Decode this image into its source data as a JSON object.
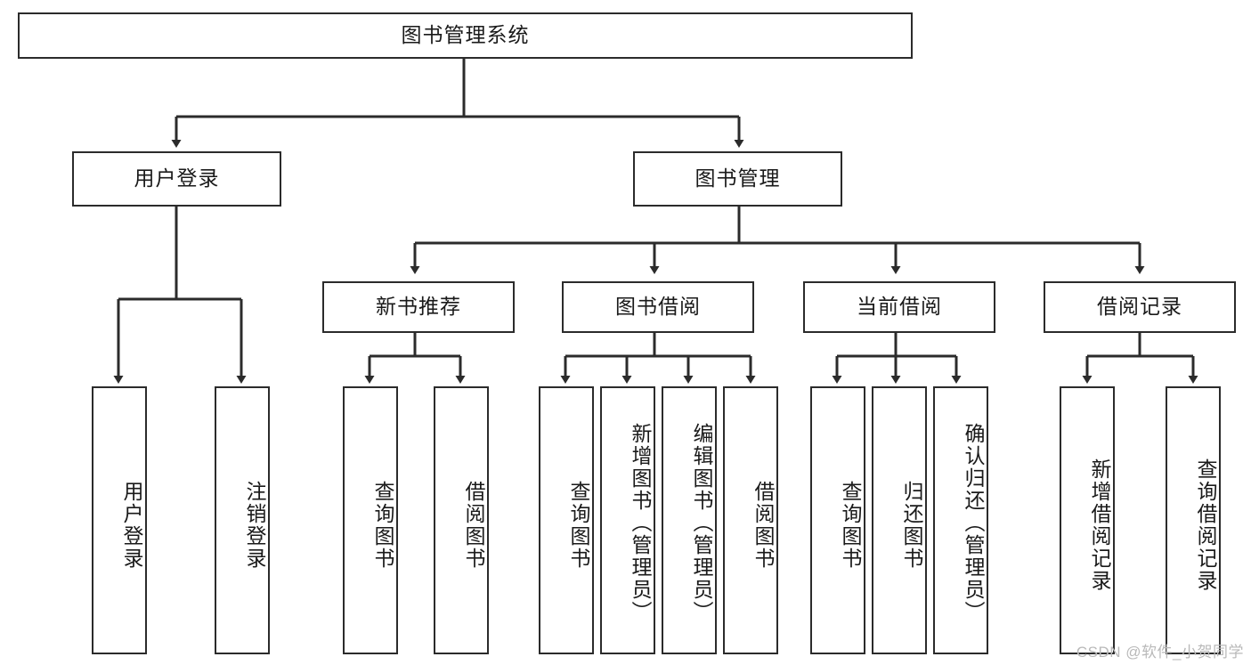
{
  "diagram": {
    "title": "图书管理系统",
    "type": "tree-hierarchy",
    "watermark": "CSDN @软件_小贺同学",
    "root": {
      "id": "root",
      "label": "图书管理系统"
    },
    "level2": [
      {
        "id": "user-login",
        "label": "用户登录"
      },
      {
        "id": "book-management",
        "label": "图书管理"
      }
    ],
    "level3": [
      {
        "id": "new-book-recommend",
        "label": "新书推荐",
        "parent": "book-management"
      },
      {
        "id": "book-borrow",
        "label": "图书借阅",
        "parent": "book-management"
      },
      {
        "id": "current-borrow",
        "label": "当前借阅",
        "parent": "book-management"
      },
      {
        "id": "borrow-record",
        "label": "借阅记录",
        "parent": "book-management"
      }
    ],
    "leaves": [
      {
        "id": "leaf-user-login",
        "label": "用户登录",
        "parent": "user-login"
      },
      {
        "id": "leaf-logout-login",
        "label": "注销登录",
        "parent": "user-login"
      },
      {
        "id": "leaf-query-book-1",
        "label": "查询图书",
        "parent": "new-book-recommend"
      },
      {
        "id": "leaf-borrow-book-1",
        "label": "借阅图书",
        "parent": "new-book-recommend"
      },
      {
        "id": "leaf-query-book-2",
        "label": "查询图书",
        "parent": "book-borrow"
      },
      {
        "id": "leaf-add-book",
        "label": "新增图书（管理员）",
        "parent": "book-borrow"
      },
      {
        "id": "leaf-edit-book",
        "label": "编辑图书（管理员）",
        "parent": "book-borrow"
      },
      {
        "id": "leaf-borrow-book-2",
        "label": "借阅图书",
        "parent": "book-borrow"
      },
      {
        "id": "leaf-query-book-3",
        "label": "查询图书",
        "parent": "current-borrow"
      },
      {
        "id": "leaf-return-book",
        "label": "归还图书",
        "parent": "current-borrow"
      },
      {
        "id": "leaf-confirm-return",
        "label": "确认归还（管理员）",
        "parent": "current-borrow"
      },
      {
        "id": "leaf-add-record",
        "label": "新增借阅记录",
        "parent": "borrow-record"
      },
      {
        "id": "leaf-query-record",
        "label": "查询借阅记录",
        "parent": "borrow-record"
      }
    ],
    "colors": {
      "stroke": "#2b2b2b",
      "fill": "#ffffff",
      "text": "#1a1a1a",
      "watermark": "#b9b9b9"
    }
  }
}
